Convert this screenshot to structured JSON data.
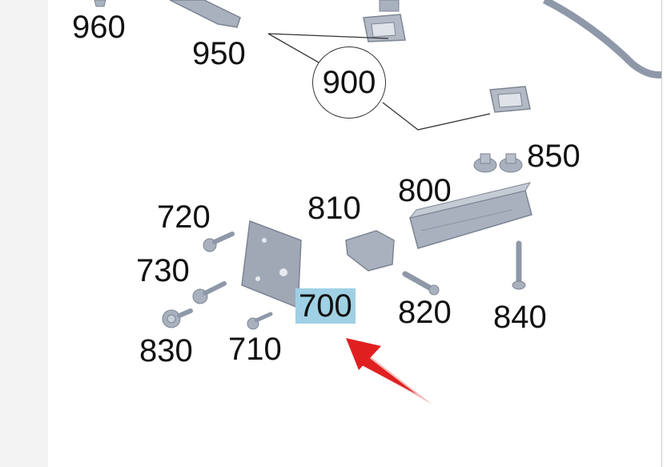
{
  "diagram": {
    "group_callout": "900",
    "highlighted_part": "700",
    "parts": [
      {
        "id": "p960",
        "number": "960"
      },
      {
        "id": "p950",
        "number": "950"
      },
      {
        "id": "p850",
        "number": "850"
      },
      {
        "id": "p800",
        "number": "800"
      },
      {
        "id": "p810",
        "number": "810"
      },
      {
        "id": "p720",
        "number": "720"
      },
      {
        "id": "p730",
        "number": "730"
      },
      {
        "id": "p700",
        "number": "700"
      },
      {
        "id": "p820",
        "number": "820"
      },
      {
        "id": "p840",
        "number": "840"
      },
      {
        "id": "p830",
        "number": "830"
      },
      {
        "id": "p710",
        "number": "710"
      }
    ],
    "colors": {
      "part_fill": "#a9b1be",
      "part_stroke": "#7d8593",
      "highlight": "#9fd0e4",
      "arrow": "#e02020",
      "background": "#ffffff"
    }
  }
}
